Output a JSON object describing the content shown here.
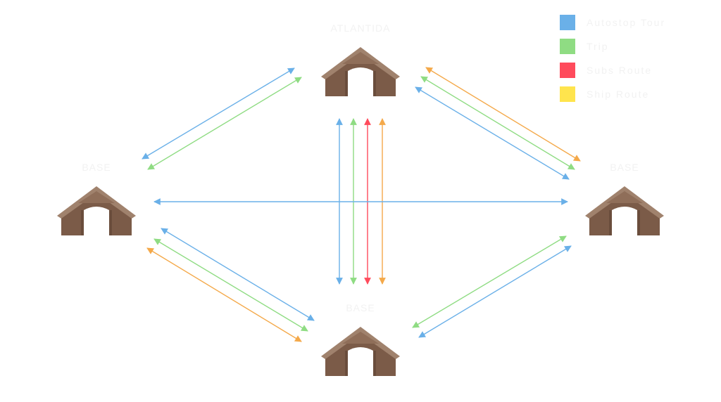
{
  "nodes": [
    {
      "id": "top",
      "label": "ATLANTIDA",
      "icon": "tent-icon"
    },
    {
      "id": "left",
      "label": "BASE",
      "icon": "tent-icon"
    },
    {
      "id": "right",
      "label": "BASE",
      "icon": "tent-icon"
    },
    {
      "id": "bottom",
      "label": "BASE",
      "icon": "tent-icon"
    }
  ],
  "legend": [
    {
      "label": "Autostop Tour",
      "color": "#6ab0e8"
    },
    {
      "label": "Trip",
      "color": "#8fdc83"
    },
    {
      "label": "Subs Route",
      "color": "#ff4b5c"
    },
    {
      "label": "Ship Route",
      "color": "#ffe44d"
    }
  ],
  "colors": {
    "blue": "#6ab0e8",
    "green": "#8fdc83",
    "red": "#ff4b5c",
    "orange": "#f4a94a",
    "tent_roof": "#a0826d",
    "tent_body": "#7b5b48",
    "tent_door": "#ffffff"
  },
  "connections": [
    {
      "from": "left",
      "to": "top",
      "color": "blue"
    },
    {
      "from": "left",
      "to": "top",
      "color": "green"
    },
    {
      "from": "top",
      "to": "right",
      "color": "orange"
    },
    {
      "from": "top",
      "to": "right",
      "color": "green"
    },
    {
      "from": "top",
      "to": "right",
      "color": "blue"
    },
    {
      "from": "top",
      "to": "bottom",
      "color": "blue"
    },
    {
      "from": "top",
      "to": "bottom",
      "color": "green"
    },
    {
      "from": "top",
      "to": "bottom",
      "color": "red"
    },
    {
      "from": "top",
      "to": "bottom",
      "color": "orange"
    },
    {
      "from": "left",
      "to": "right",
      "color": "blue"
    },
    {
      "from": "left",
      "to": "bottom",
      "color": "blue"
    },
    {
      "from": "left",
      "to": "bottom",
      "color": "green"
    },
    {
      "from": "left",
      "to": "bottom",
      "color": "orange"
    },
    {
      "from": "right",
      "to": "bottom",
      "color": "green"
    },
    {
      "from": "right",
      "to": "bottom",
      "color": "blue"
    }
  ]
}
